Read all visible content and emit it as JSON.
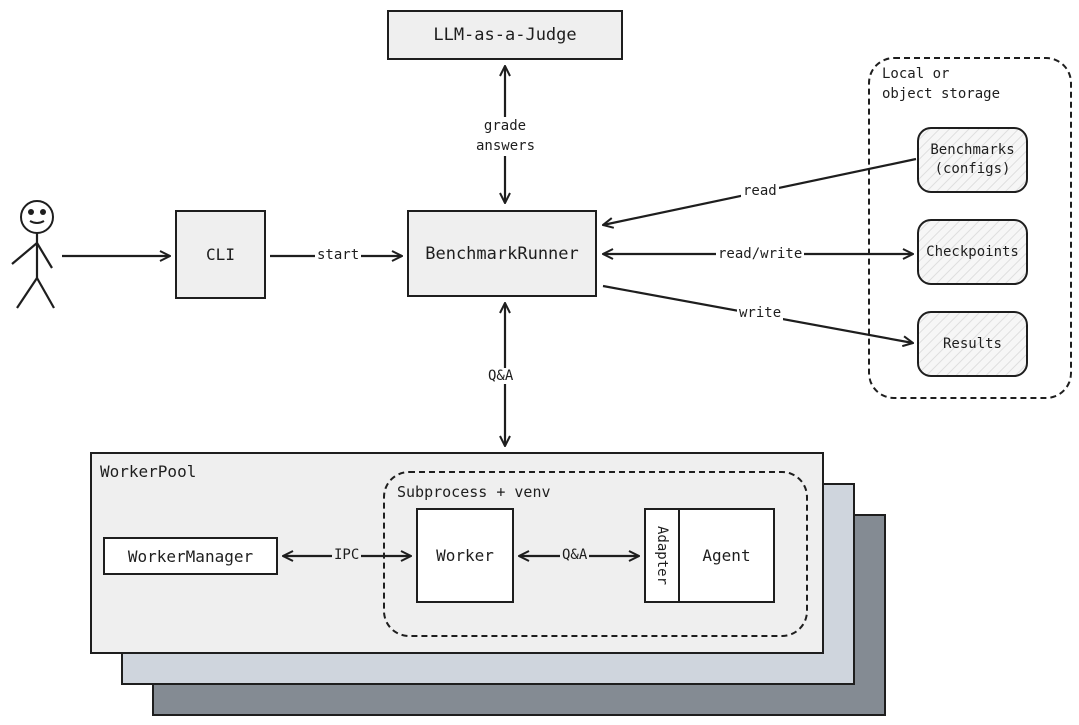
{
  "nodes": {
    "judge": "LLM-as-a-Judge",
    "cli": "CLI",
    "runner": "BenchmarkRunner",
    "storage_group": "Local or\nobject storage",
    "benchmarks": "Benchmarks\n(configs)",
    "checkpoints": "Checkpoints",
    "results": "Results",
    "worker_pool": "WorkerPool",
    "subprocess": "Subprocess + venv",
    "worker_manager": "WorkerManager",
    "worker": "Worker",
    "adapter": "Adapter",
    "agent": "Agent"
  },
  "edges": {
    "grade": "grade\nanswers",
    "start": "start",
    "read": "read",
    "read_write": "read/write",
    "write": "write",
    "qa_runner": "Q&A",
    "ipc": "IPC",
    "qa_worker": "Q&A"
  },
  "colors": {
    "stroke": "#1e1e1e",
    "box_fill": "#efefef",
    "stack_mid": "#cfd5dd",
    "stack_back": "#848b93"
  }
}
